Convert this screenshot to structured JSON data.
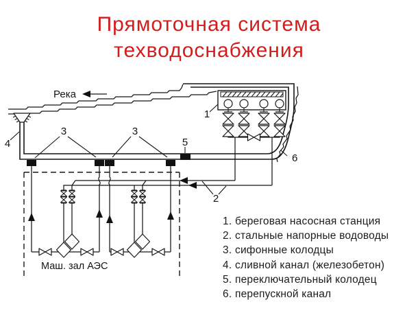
{
  "slide": {
    "background": "#ffffff"
  },
  "title": {
    "line1": "Прямоточная система",
    "line2": "техводоснабжения",
    "color": "#d21d1d"
  },
  "diagram": {
    "ink_color": "#161616",
    "river_label": "Река",
    "machine_hall_label": "Маш. зал АЭС",
    "callouts": {
      "station": "1",
      "conduits": "2",
      "siphons": "3",
      "drain_channel": "4",
      "switch_well": "5",
      "bypass_channel": "6"
    }
  },
  "legend": {
    "items": [
      {
        "num": "1.",
        "text": "береговая насосная станция"
      },
      {
        "num": "2.",
        "text": "стальные напорные водоводы"
      },
      {
        "num": "3.",
        "text": "сифонные колодцы"
      },
      {
        "num": "4.",
        "text": "сливной канал (железобетон)"
      },
      {
        "num": "5.",
        "text": "переключательный колодец"
      },
      {
        "num": "6.",
        "text": "перепускной канал"
      }
    ]
  }
}
